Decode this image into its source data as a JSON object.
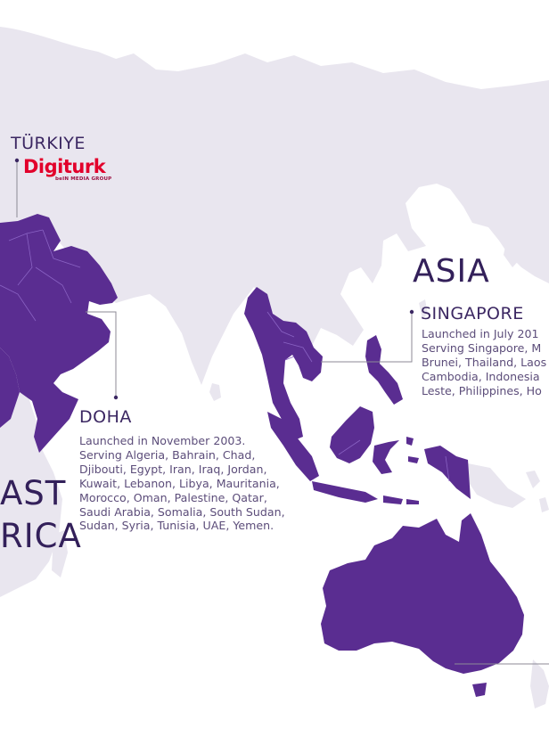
{
  "colors": {
    "background": "#ffffff",
    "land": "#e9e6ef",
    "region_fill": "#5a2d91",
    "borders": "#8a63c4",
    "callout_line": "#8c8a96",
    "label": "#3b2762",
    "description": "#5c4d7a",
    "logo_red": "#e2002b"
  },
  "regions": {
    "asia": "ASIA",
    "mena_line1": "AST",
    "mena_line2": "RICA"
  },
  "locations": {
    "turkiye": {
      "name": "TÜRKIYE",
      "logo": {
        "brand": "Digiturk",
        "tagline": "beIN MEDIA GROUP"
      }
    },
    "doha": {
      "name": "DOHA",
      "description": "Launched in November 2003. Serving Algeria, Bahrain, Chad, Djibouti, Egypt, Iran, Iraq, Jordan, Kuwait, Lebanon, Libya, Mauritania, Morocco, Oman, Palestine, Qatar, Saudi Arabia, Somalia, South Sudan, Sudan, Syria, Tunisia, UAE, Yemen."
    },
    "singapore": {
      "name": "SINGAPORE",
      "description": "Launched in July 201 Serving Singapore, M Brunei, Thailand, Laos Cambodia, Indonesia Leste, Philippines, Ho"
    }
  }
}
